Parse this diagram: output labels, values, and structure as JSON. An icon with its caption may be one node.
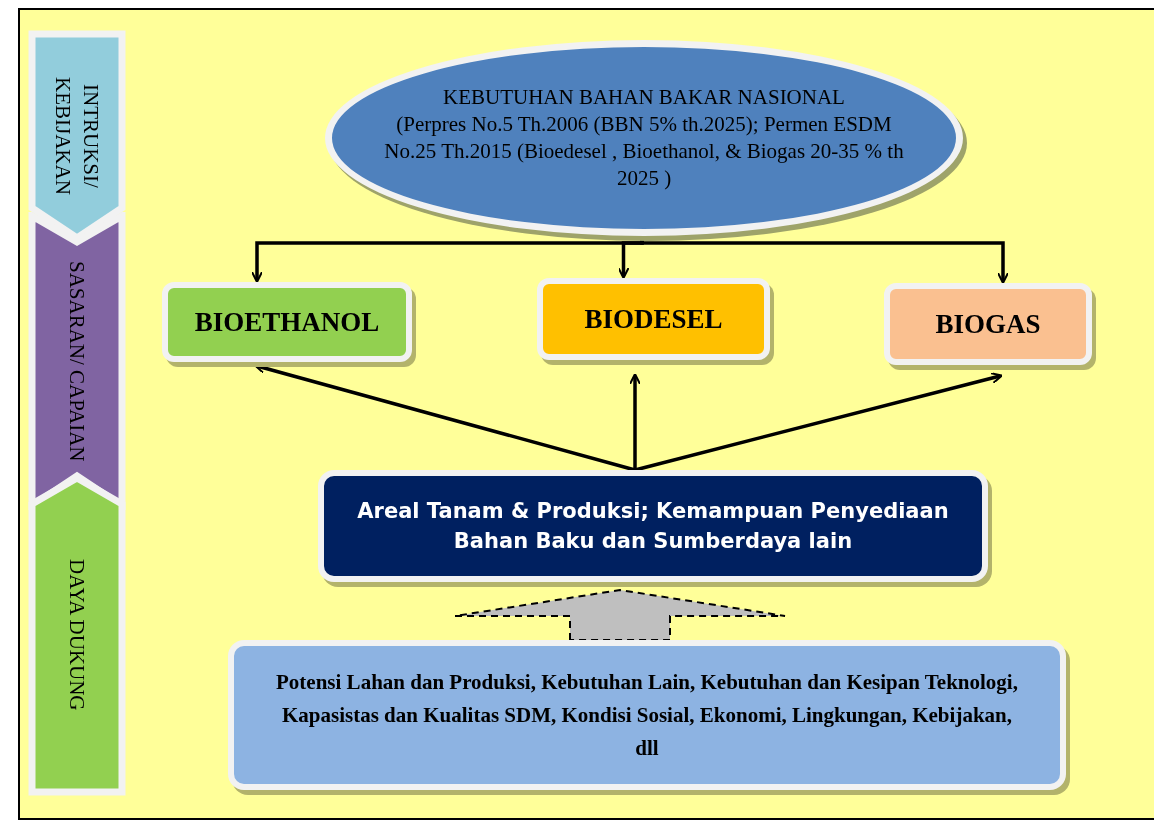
{
  "diagram": {
    "nodes": [
      {
        "text": [
          "INTRUKSI/ KEBIJAKAN"
        ]
      },
      {
        "text": [
          "SASARAN/ CAPAIAN"
        ]
      },
      {
        "text": [
          "DAYA DUKUNG"
        ]
      },
      {
        "text": [
          "KEBUTUHAN BAHAN BAKAR NASIONAL",
          "(Perpres No.5 Th.2006  (BBN  5% th.2025);  Permen ESDM No.25 Th.2015 (Bioedesel , Bioethanol, & Biogas 20-35 %  th 2025 )"
        ]
      },
      {
        "text": [
          "BIOETHANOL"
        ]
      },
      {
        "text": [
          "BIODESEL"
        ]
      },
      {
        "text": [
          "BIOGAS"
        ]
      },
      {
        "text": [
          "Areal Tanam & Produksi;  Kemampuan Penyediaan Bahan Baku  dan Sumberdaya lain"
        ]
      },
      {
        "text": [
          "Potensi Lahan dan Produksi, Kebutuhan Lain, Kebutuhan dan Kesipan Teknologi, Kapasistas dan Kualitas SDM, Kondisi Sosial, Ekonomi, Lingkungan, Kebijakan, dll"
        ]
      }
    ],
    "edges": [
      {
        "from": 3,
        "to": 4,
        "arrow": "to"
      },
      {
        "from": 3,
        "to": 5,
        "arrow": "to"
      },
      {
        "from": 3,
        "to": 6,
        "arrow": "to"
      },
      {
        "from": 7,
        "to": 4,
        "arrow": "to"
      },
      {
        "from": 7,
        "to": 5,
        "arrow": "to"
      },
      {
        "from": 7,
        "to": 6,
        "arrow": "to"
      },
      {
        "from": 8,
        "to": 7,
        "arrow": "to",
        "style": "dashed",
        "color": "#bfbfbf"
      }
    ]
  }
}
